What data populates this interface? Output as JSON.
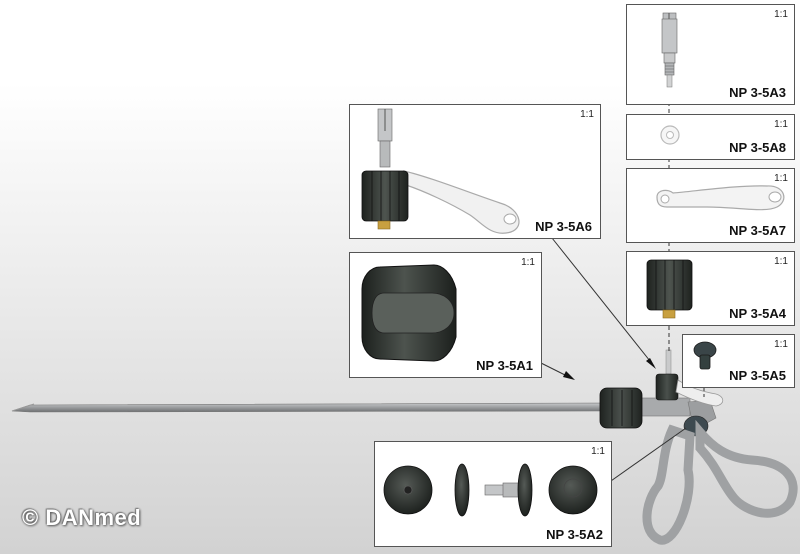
{
  "watermark": "© DANmed",
  "panels": {
    "a3": {
      "scale": "1:1",
      "code": "NP 3-5A3"
    },
    "a8": {
      "scale": "1:1",
      "code": "NP 3-5A8"
    },
    "a7": {
      "scale": "1:1",
      "code": "NP 3-5A7"
    },
    "a4": {
      "scale": "1:1",
      "code": "NP 3-5A4"
    },
    "a5": {
      "scale": "1:1",
      "code": "NP 3-5A5"
    },
    "a6": {
      "scale": "1:1",
      "code": "NP 3-5A6"
    },
    "a1": {
      "scale": "1:1",
      "code": "NP 3-5A1"
    },
    "a2": {
      "scale": "1:1",
      "code": "NP 3-5A2"
    }
  },
  "colors": {
    "background_gradient_top": "#ffffff",
    "background_gradient_bottom": "#d4d4d4",
    "dark_part": "#2f3430",
    "light_part": "#f2f2f2",
    "metal": "#b0b2b4",
    "brass": "#c8a040"
  }
}
